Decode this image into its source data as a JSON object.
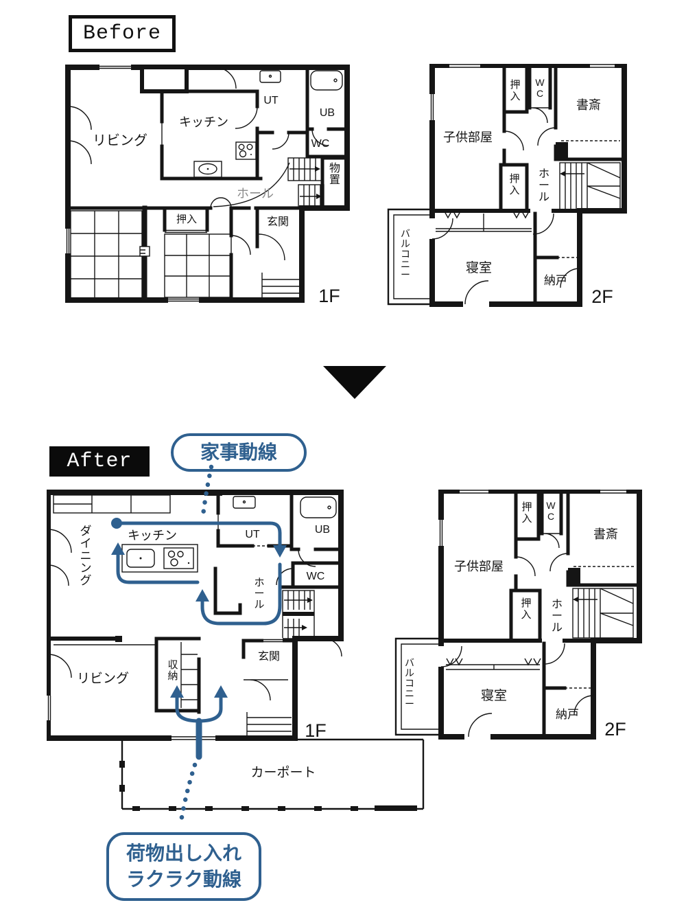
{
  "colors": {
    "wall": "#151515",
    "accent_blue": "#2f608f",
    "hall_gray": "#8c8c8c"
  },
  "before": {
    "tag": "Before",
    "f1": {
      "floor": "1F",
      "living": "リビング",
      "kitchen": "キッチン",
      "ut": "UT",
      "ub": "UB",
      "wc": "WC",
      "monooki": "物置",
      "hall": "ホール",
      "oshiire": "押入",
      "genkan": "玄関"
    },
    "f2": {
      "floor": "2F",
      "kids": "子供部屋",
      "oshiire_top": "押入",
      "wc": "WC",
      "study": "書斎",
      "hall": "ホール",
      "oshiire_mid": "押入",
      "balcony": "バルコニー",
      "bedroom": "寝室",
      "nando": "納戸"
    }
  },
  "after": {
    "tag": "After",
    "callouts": {
      "housework": "家事動線",
      "luggage": [
        "荷物出し入れ",
        "ラクラク動線"
      ]
    },
    "f1": {
      "floor": "1F",
      "dining": "ダイニング",
      "kitchen": "キッチン",
      "ut": "UT",
      "ub": "UB",
      "wc": "WC",
      "hall": "ホール",
      "genkan": "玄関",
      "shuno": "収納",
      "living": "リビング",
      "carport": "カーポート"
    },
    "f2": {
      "floor": "2F",
      "kids": "子供部屋",
      "oshiire_top": "押入",
      "wc": "WC",
      "study": "書斎",
      "hall": "ホール",
      "oshiire_mid": "押入",
      "balcony": "バルコニー",
      "bedroom": "寝室",
      "nando": "納戸"
    }
  }
}
